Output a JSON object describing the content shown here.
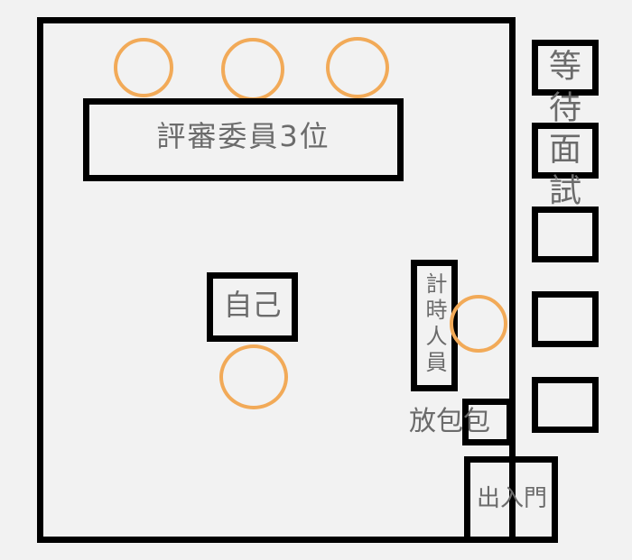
{
  "labels": {
    "judges": "評審委員3位",
    "self": "自己",
    "timekeeper": "計時人員",
    "waiting": "等待面試",
    "bag": "放包包",
    "door": "出入門"
  },
  "colors": {
    "outline": "#000000",
    "seat": "#f2aa58",
    "text": "#6b6b6b",
    "background": "#f2f2f2"
  }
}
